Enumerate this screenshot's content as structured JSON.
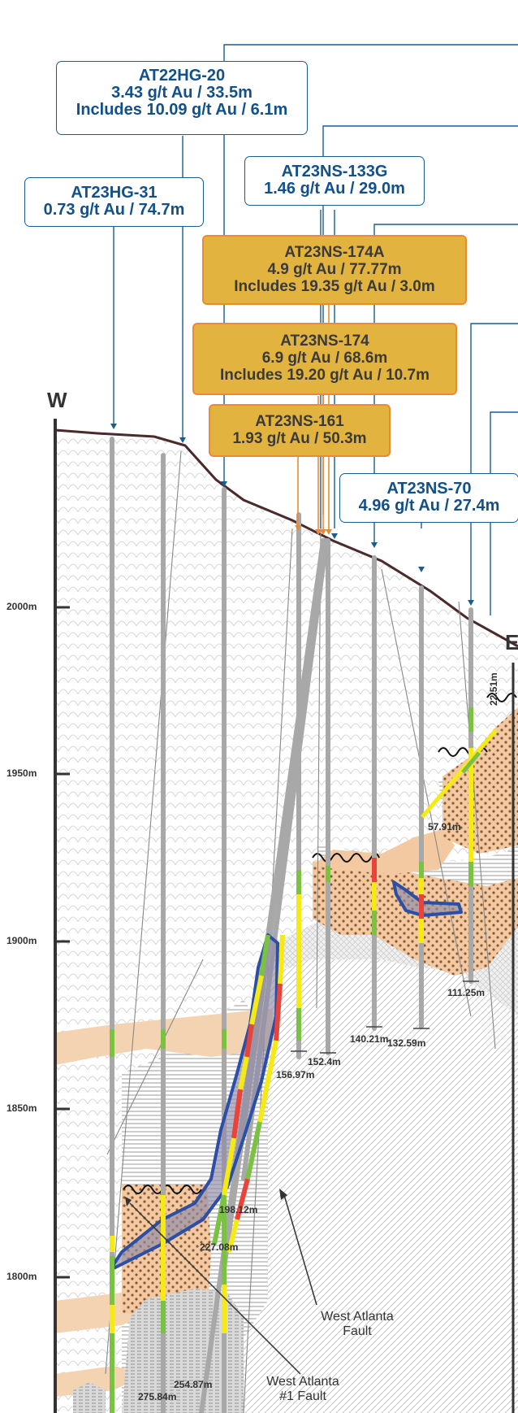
{
  "directions": {
    "west": "W",
    "east": "E"
  },
  "elevations": [
    "2000m",
    "1950m",
    "1900m",
    "1850m",
    "1800m"
  ],
  "callouts": {
    "hg20": {
      "hole": "AT22HG-20",
      "grade": "3.43 g/t Au / 33.5m",
      "includes": "Includes 10.09 g/t Au / 6.1m"
    },
    "hg31": {
      "hole": "AT23HG-31",
      "grade": "0.73 g/t Au / 74.7m"
    },
    "ns133g": {
      "hole": "AT23NS-133G",
      "grade": "1.46 g/t Au / 29.0m"
    },
    "ns174a": {
      "hole": "AT23NS-174A",
      "grade": "4.9 g/t Au / 77.77m",
      "includes": "Includes 19.35 g/t Au / 3.0m"
    },
    "ns174": {
      "hole": "AT23NS-174",
      "grade": "6.9 g/t Au / 68.6m",
      "includes": "Includes 19.20 g/t Au / 10.7m"
    },
    "ns161": {
      "hole": "AT23NS-161",
      "grade": "1.93 g/t Au / 50.3m"
    },
    "ns70": {
      "hole": "AT23NS-70",
      "grade": "4.96 g/t Au / 27.4m"
    }
  },
  "depth_labels": [
    "22.51m",
    "57.91m",
    "111.25m",
    "140.21m",
    "132.59m",
    "152.4m",
    "156.97m",
    "198.12m",
    "227.08m",
    "254.87m",
    "275.84m"
  ],
  "faults": {
    "west_atlanta": [
      "West Atlanta",
      "Fault"
    ],
    "west_atlanta_1": [
      "West Atlanta",
      "#1 Fault"
    ]
  },
  "colors": {
    "callout_border": "#1a5e8f",
    "callout_text": "#12508a",
    "gold_fill": "#e3b340",
    "gold_border": "#eb8a2e",
    "ore_fill": "#f2c9a0",
    "topography": "#4a2a2a",
    "high_grade_outline": "#2b4fa6"
  }
}
